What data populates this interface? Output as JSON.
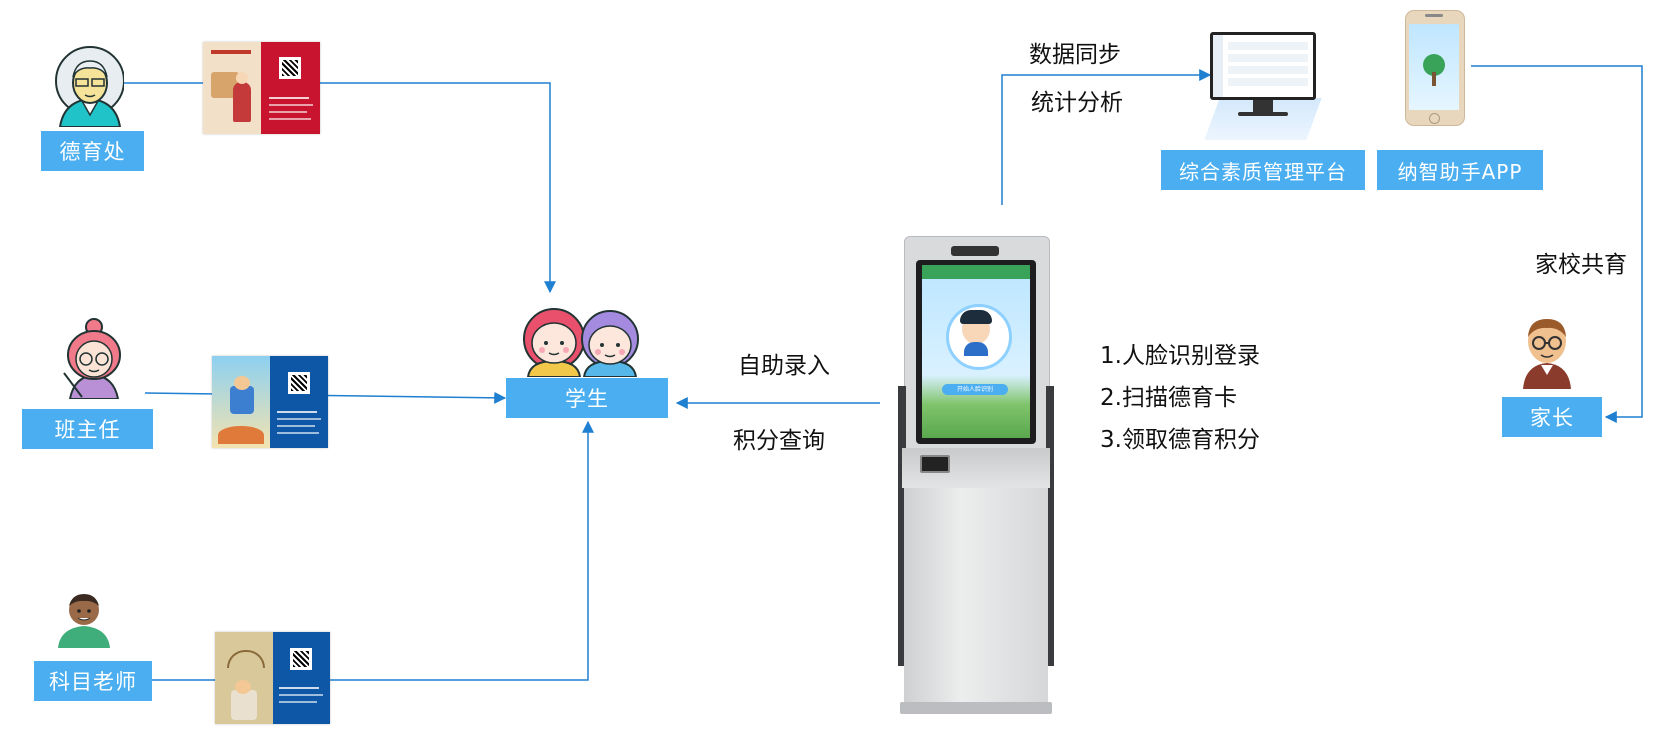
{
  "colors": {
    "accent": "#4aaef0",
    "line": "#1f7fd0"
  },
  "roles": {
    "moral_office": "德育处",
    "head_teacher": "班主任",
    "subject_teacher": "科目老师",
    "student": "学生",
    "parent": "家长"
  },
  "platforms": {
    "management": "综合素质管理平台",
    "app": "纳智助手APP"
  },
  "labels": {
    "data_sync": "数据同步",
    "stats": "统计分析",
    "self_entry": "自助录入",
    "points_query": "积分查询",
    "home_school": "家校共育"
  },
  "steps": [
    "1.人脸识别登录",
    "2.扫描德育卡",
    "3.领取德育积分"
  ],
  "kiosk": {
    "screen_button": "开始人脸识别"
  },
  "icons": [
    "moral-office-avatar-icon",
    "head-teacher-avatar-icon",
    "subject-teacher-avatar-icon",
    "students-avatar-icon",
    "parent-avatar-icon",
    "monitor-icon",
    "phone-icon",
    "kiosk-icon"
  ]
}
